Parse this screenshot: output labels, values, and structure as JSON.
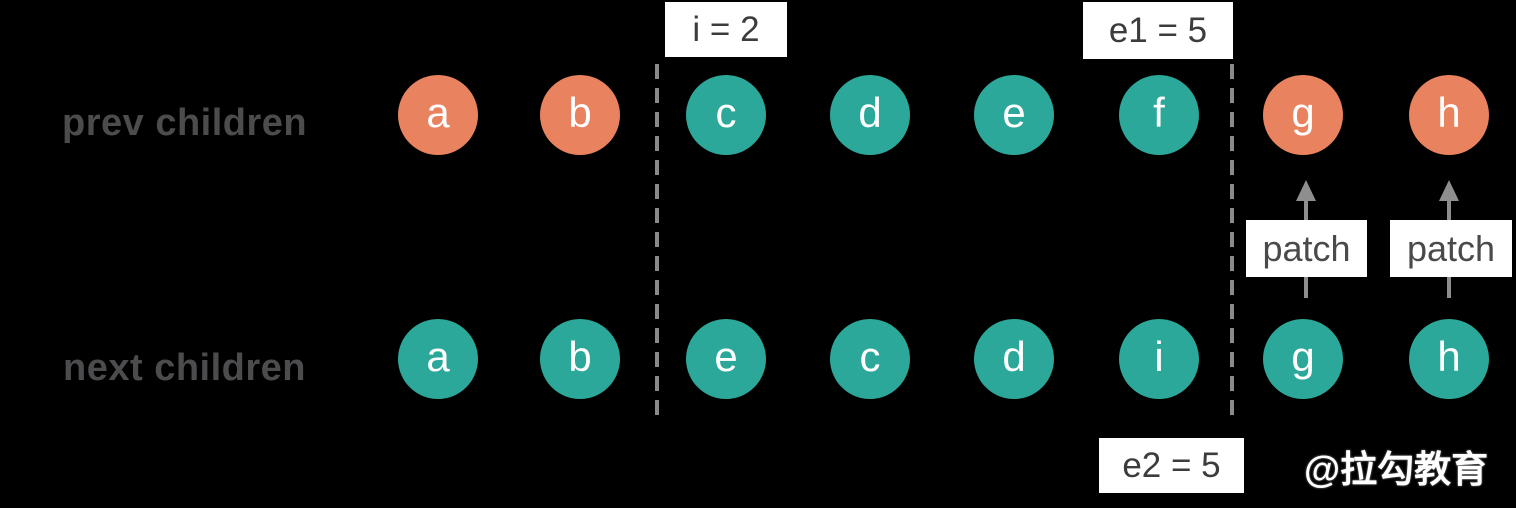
{
  "rows": {
    "prev": {
      "label": "prev children",
      "nodes": [
        {
          "label": "a",
          "color": "salmon"
        },
        {
          "label": "b",
          "color": "salmon"
        },
        {
          "label": "c",
          "color": "teal"
        },
        {
          "label": "d",
          "color": "teal"
        },
        {
          "label": "e",
          "color": "teal"
        },
        {
          "label": "f",
          "color": "teal"
        },
        {
          "label": "g",
          "color": "salmon"
        },
        {
          "label": "h",
          "color": "salmon"
        }
      ]
    },
    "next": {
      "label": "next children",
      "nodes": [
        {
          "label": "a",
          "color": "teal"
        },
        {
          "label": "b",
          "color": "teal"
        },
        {
          "label": "e",
          "color": "teal"
        },
        {
          "label": "c",
          "color": "teal"
        },
        {
          "label": "d",
          "color": "teal"
        },
        {
          "label": "i",
          "color": "teal"
        },
        {
          "label": "g",
          "color": "teal"
        },
        {
          "label": "h",
          "color": "teal"
        }
      ]
    }
  },
  "markers": {
    "i": "i = 2",
    "e1": "e1 = 5",
    "e2": "e2 = 5"
  },
  "patches": [
    {
      "label": "patch",
      "column": "g"
    },
    {
      "label": "patch",
      "column": "h"
    }
  ],
  "watermark": "@拉勾教育",
  "colors": {
    "background": "#000000",
    "salmon": "#E9835F",
    "teal": "#2BA89A",
    "node_text": "#FFFFFF",
    "row_label": "#4C4C4E",
    "marker_bg": "#FFFFFF",
    "marker_text": "#3C3C3C",
    "patch_text": "#4A4A4A",
    "dash": "#8A8A8A",
    "arrow": "#8E8E8E"
  }
}
